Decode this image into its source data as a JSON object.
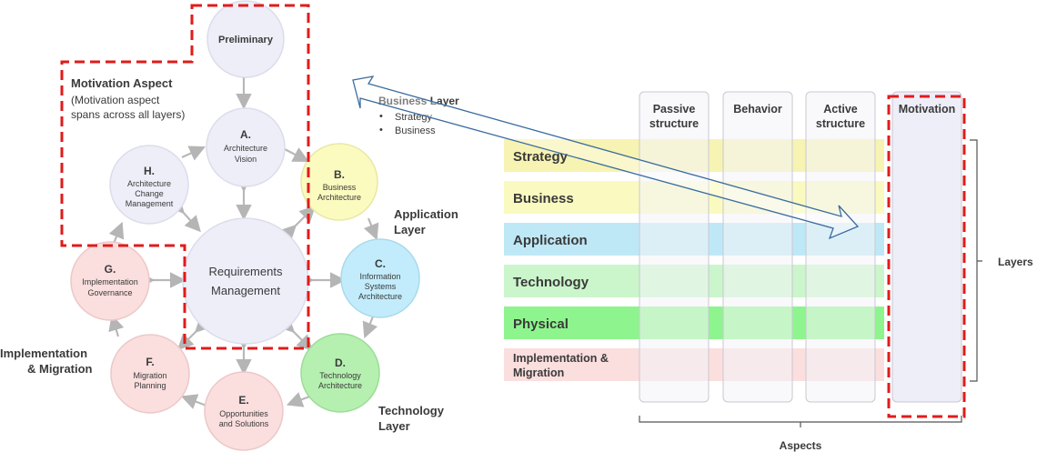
{
  "adm": {
    "preliminary": "Preliminary",
    "a": {
      "letter": "A.",
      "lines": [
        "Architecture",
        "Vision"
      ]
    },
    "b": {
      "letter": "B.",
      "lines": [
        "Business",
        "Architecture"
      ]
    },
    "c": {
      "letter": "C.",
      "lines": [
        "Information",
        "Systems",
        "Architecture"
      ]
    },
    "d": {
      "letter": "D.",
      "lines": [
        "Technology",
        "Architecture"
      ]
    },
    "e": {
      "letter": "E.",
      "lines": [
        "Opportunities",
        "and Solutions"
      ]
    },
    "f": {
      "letter": "F.",
      "lines": [
        "Migration",
        "Planning"
      ]
    },
    "g": {
      "letter": "G.",
      "lines": [
        "Implementation",
        "Governance"
      ]
    },
    "h": {
      "letter": "H.",
      "lines": [
        "Architecture",
        "Change",
        "Management"
      ]
    },
    "center": {
      "lines": [
        "Requirements",
        "Management"
      ]
    }
  },
  "annotations": {
    "motivation_title": "Motivation Aspect",
    "motivation_note": [
      "(Motivation aspect",
      "spans across all layers)"
    ],
    "business_layer_title": "Business Layer",
    "business_layer_items": [
      "Strategy",
      "Business"
    ],
    "application_layer": [
      "Application",
      "Layer"
    ],
    "technology_layer": [
      "Technology",
      "Layer"
    ],
    "impl_migration": [
      "Implementation",
      "& Migration"
    ]
  },
  "framework": {
    "columns": [
      {
        "lines": [
          "Passive",
          "structure"
        ]
      },
      {
        "lines": [
          "Behavior"
        ]
      },
      {
        "lines": [
          "Active",
          "structure"
        ]
      },
      {
        "lines": [
          "Motivation"
        ]
      }
    ],
    "rows": [
      {
        "lines": [
          "Strategy"
        ],
        "color": "#f7f3b3"
      },
      {
        "lines": [
          "Business"
        ],
        "color": "#fafac0"
      },
      {
        "lines": [
          "Application"
        ],
        "color": "#bfe8f7"
      },
      {
        "lines": [
          "Technology"
        ],
        "color": "#cbf5cb"
      },
      {
        "lines": [
          "Physical"
        ],
        "color": "#8ef58e"
      },
      {
        "lines": [
          "Implementation &",
          "Migration"
        ],
        "color": "#fbdede"
      }
    ],
    "layers_label": "Layers",
    "aspects_label": "Aspects"
  },
  "colors": {
    "grey_circle": "#eeeef9",
    "yellow": "#fbfbc0",
    "blue": "#c2ecfb",
    "green": "#b5f0b0",
    "pink": "#fbdede",
    "dashed_red": "#e11b1b",
    "arrow_blue": "#3a6c9e"
  }
}
